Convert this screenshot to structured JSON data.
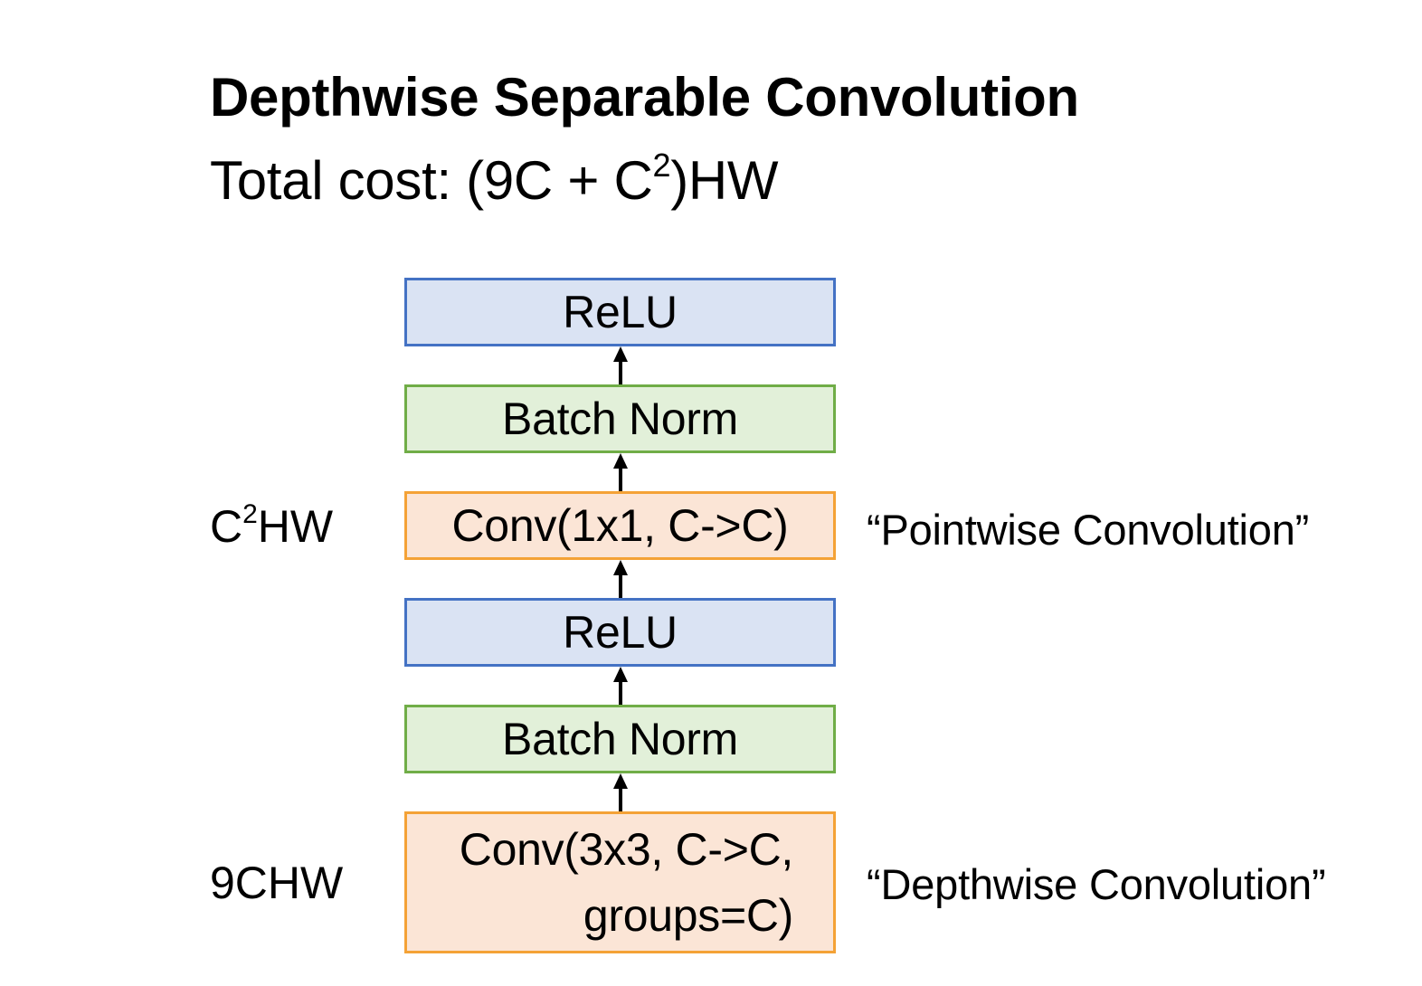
{
  "title": "Depthwise Separable Convolution",
  "subtitle": {
    "prefix": "Total cost: (9C + C",
    "superscript": "2",
    "suffix": ")HW"
  },
  "blocks": [
    {
      "label": "ReLU",
      "kind": "relu"
    },
    {
      "label": "Batch Norm",
      "kind": "batch-norm"
    },
    {
      "label": "Conv(1x1, C->C)",
      "kind": "conv"
    },
    {
      "label": "ReLU",
      "kind": "relu"
    },
    {
      "label": "Batch Norm",
      "kind": "batch-norm"
    },
    {
      "label_line1": "Conv(3x3, C->C,",
      "label_line2": "groups=C)",
      "kind": "conv"
    }
  ],
  "costs": {
    "pointwise": {
      "prefix": "C",
      "superscript": "2",
      "suffix": "HW"
    },
    "depthwise": "9CHW"
  },
  "notes": {
    "pointwise": "“Pointwise Convolution”",
    "depthwise": "“Depthwise Convolution”"
  },
  "colors": {
    "relu_fill": "#dae3f3",
    "relu_border": "#4472c4",
    "batch_norm_fill": "#e2f0d9",
    "batch_norm_border": "#70ad47",
    "conv_fill": "#fbe5d6",
    "conv_border": "#f4a236",
    "arrow": "#000000"
  }
}
